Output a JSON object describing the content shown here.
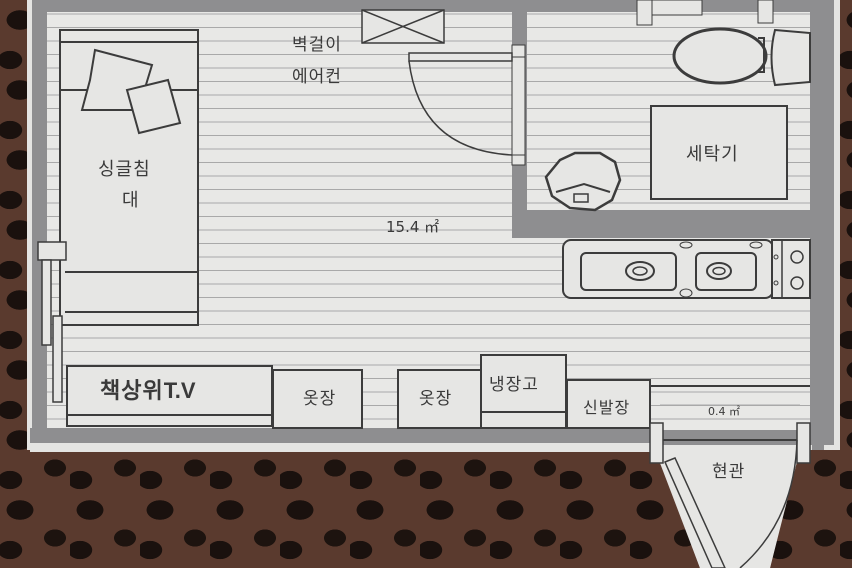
{
  "floorplan": {
    "rooms": {
      "main_area": "15.4 ㎡",
      "entry_area": "0.4 ㎡"
    },
    "labels": {
      "aircon_line1": "벽걸이",
      "aircon_line2": "에어컨",
      "bed_line1": "싱글침",
      "bed_line2": "대",
      "washer": "세탁기",
      "desk_tv": "책상위",
      "desk_tv_suffix": "T.V",
      "closet_1": "옷장",
      "closet_2": "옷장",
      "fridge": "냉장고",
      "shoe_cabinet": "신발장",
      "entrance": "현관"
    },
    "colors": {
      "wall": "#8e8e90",
      "floor": "#e6e6e4",
      "line": "#3c3c3c",
      "background": "#2a1c17"
    }
  }
}
